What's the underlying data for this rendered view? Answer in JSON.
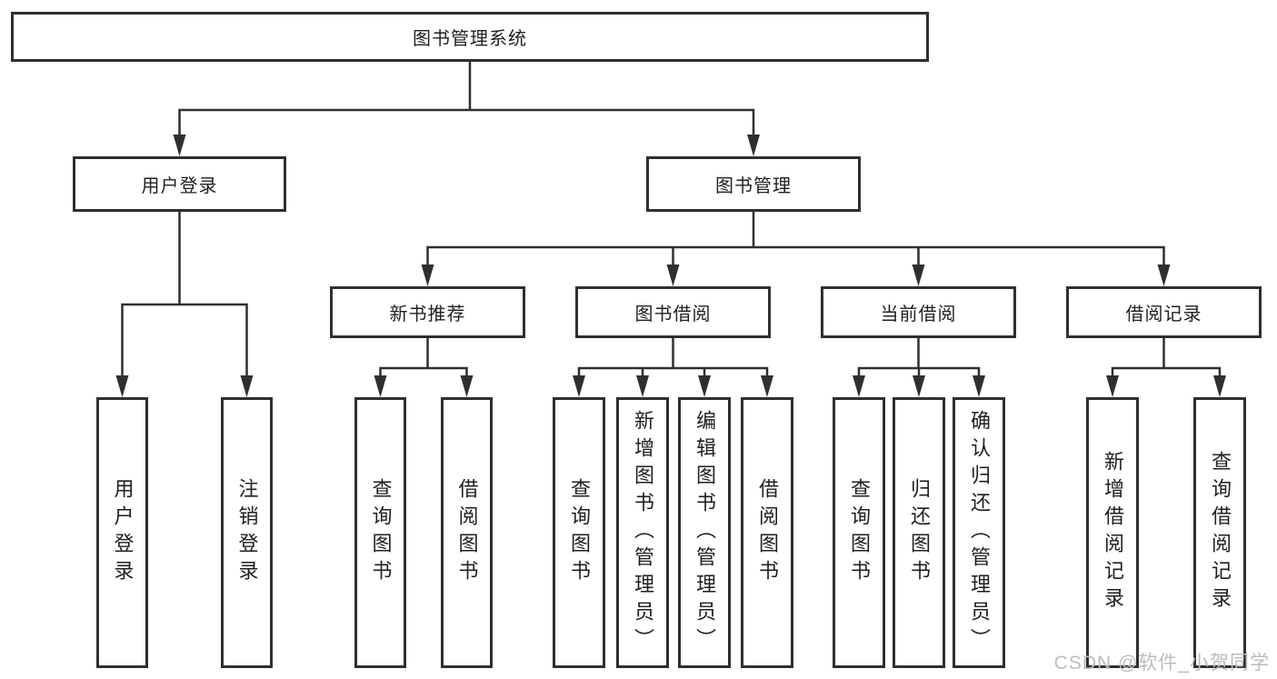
{
  "diagram": {
    "root": {
      "label": "图书管理系统"
    },
    "level2": [
      {
        "label": "用户登录"
      },
      {
        "label": "图书管理"
      }
    ],
    "level3": [
      {
        "label": "新书推荐"
      },
      {
        "label": "图书借阅"
      },
      {
        "label": "当前借阅"
      },
      {
        "label": "借阅记录"
      }
    ],
    "leaves": [
      {
        "label": "用户登录"
      },
      {
        "label": "注销登录"
      },
      {
        "label": "查询图书"
      },
      {
        "label": "借阅图书"
      },
      {
        "label": "查询图书"
      },
      {
        "label": "新增图书（管理员）"
      },
      {
        "label": "编辑图书（管理员）"
      },
      {
        "label": "借阅图书"
      },
      {
        "label": "查询图书"
      },
      {
        "label": "归还图书"
      },
      {
        "label": "确认归还（管理员）"
      },
      {
        "label": "新增借阅记录"
      },
      {
        "label": "查询借阅记录"
      }
    ]
  },
  "watermark": {
    "text": "CSDN @软件_小贺同学"
  },
  "colors": {
    "line": "#2f2f2f",
    "box_border": "#2f2f2f",
    "background": "#ffffff",
    "watermark_text": "#bcbcbc"
  }
}
